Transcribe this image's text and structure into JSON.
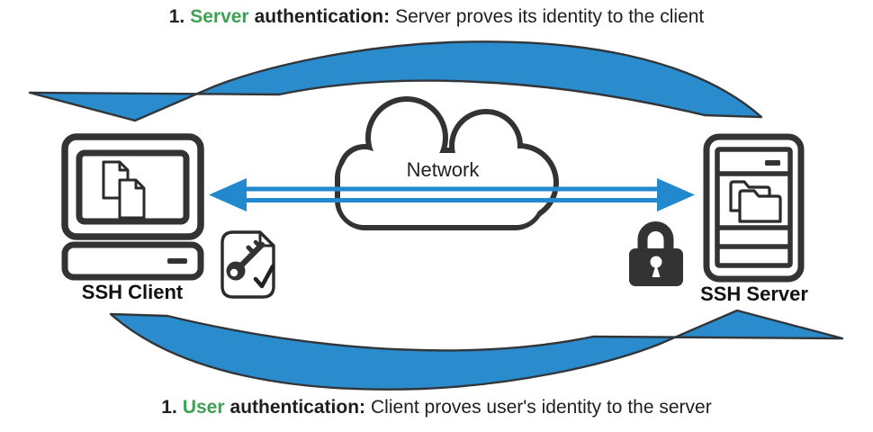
{
  "captions": {
    "top": {
      "number": "1.",
      "keyword": "Server",
      "bold_rest": "authentication:",
      "text": "Server proves its identity to the client"
    },
    "bottom": {
      "number": "1.",
      "keyword": "User",
      "bold_rest": "authentication:",
      "text": "Client proves user's identity to the server"
    }
  },
  "nodes": {
    "client": {
      "label": "SSH Client"
    },
    "server": {
      "label": "SSH Server"
    },
    "network": {
      "label": "Network"
    }
  },
  "colors": {
    "arrow_blue": "#2289cf",
    "swoosh_blue": "#2b8ccd",
    "keyword_green": "#3fa156",
    "outline": "#333333",
    "text_dark": "#1f1f1f"
  }
}
